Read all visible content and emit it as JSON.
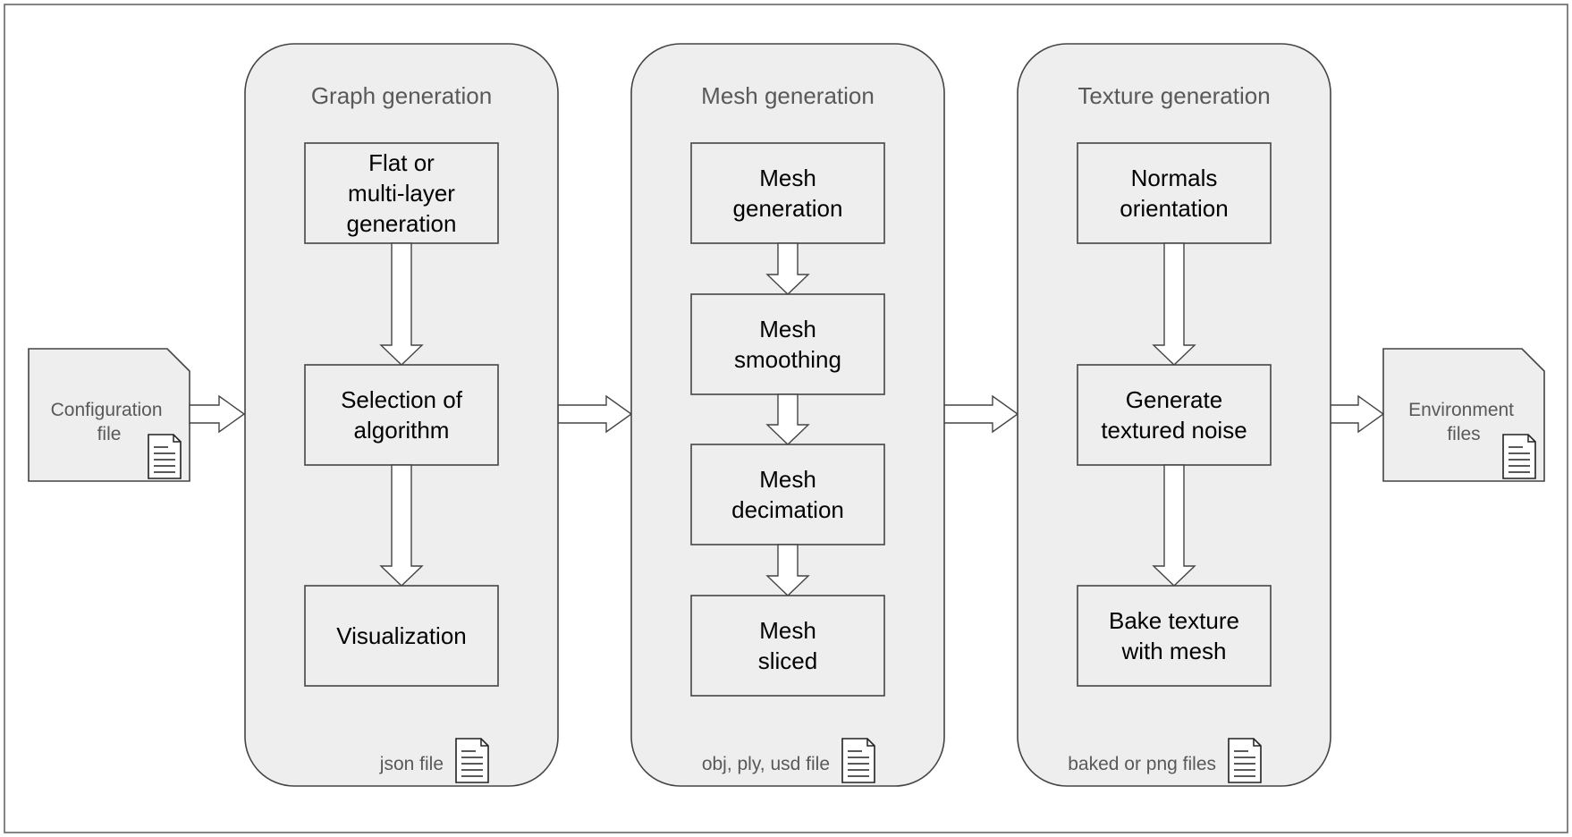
{
  "input": {
    "lines": [
      "Configuration",
      "file"
    ],
    "icon": "document-icon"
  },
  "output": {
    "lines": [
      "Environment",
      "files"
    ],
    "icon": "document-icon"
  },
  "stages": [
    {
      "title": "Graph generation",
      "footer": "json file",
      "steps": [
        {
          "lines": [
            "Flat or",
            "multi-layer",
            "generation"
          ]
        },
        {
          "lines": [
            "Selection of",
            "algorithm"
          ]
        },
        {
          "lines": [
            "Visualization"
          ]
        }
      ]
    },
    {
      "title": "Mesh generation",
      "footer": "obj, ply, usd file",
      "steps": [
        {
          "lines": [
            "Mesh",
            "generation"
          ]
        },
        {
          "lines": [
            "Mesh",
            "smoothing"
          ]
        },
        {
          "lines": [
            "Mesh",
            "decimation"
          ]
        },
        {
          "lines": [
            "Mesh",
            "sliced"
          ]
        }
      ]
    },
    {
      "title": "Texture generation",
      "footer": "baked or png files",
      "steps": [
        {
          "lines": [
            "Normals",
            "orientation"
          ]
        },
        {
          "lines": [
            "Generate",
            "textured noise"
          ]
        },
        {
          "lines": [
            "Bake texture",
            "with mesh"
          ]
        }
      ]
    }
  ],
  "colors": {
    "panel_fill": "#eeeeee",
    "stroke": "#444444",
    "muted_text": "#595959"
  }
}
